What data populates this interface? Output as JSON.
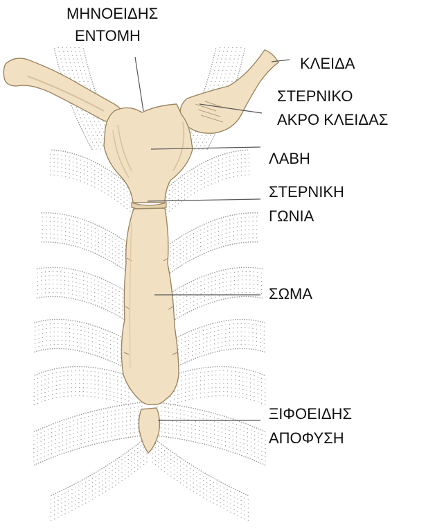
{
  "labels": {
    "suprasternal_notch": [
      "ΜΗΝΟΕΙΔΗΣ",
      "ΕΝΤΟΜΗ"
    ],
    "clavicle": [
      "ΚΛΕΙΔΑ"
    ],
    "sternal_end_of_clavicle": [
      "ΣΤΕΡΝΙΚΟ",
      "ΑΚΡΟ ΚΛΕΙΔΑΣ"
    ],
    "manubrium": [
      "ΛΑΒΗ"
    ],
    "sternal_angle": [
      "ΣΤΕΡΝΙΚΗ",
      "ΓΩΝΙΑ"
    ],
    "body": [
      "ΣΩΜΑ"
    ],
    "xiphoid_process": [
      "ΞΙΦΟΕΙΔΗΣ",
      "ΑΠΟΦΥΣΗ"
    ]
  },
  "colors": {
    "bone": "#f1e0c2",
    "bone_shade": "#d9c19b",
    "bone_outline": "#9c8662",
    "stipple": "#9a9a9a",
    "leader": "#555555",
    "text": "#111111"
  }
}
